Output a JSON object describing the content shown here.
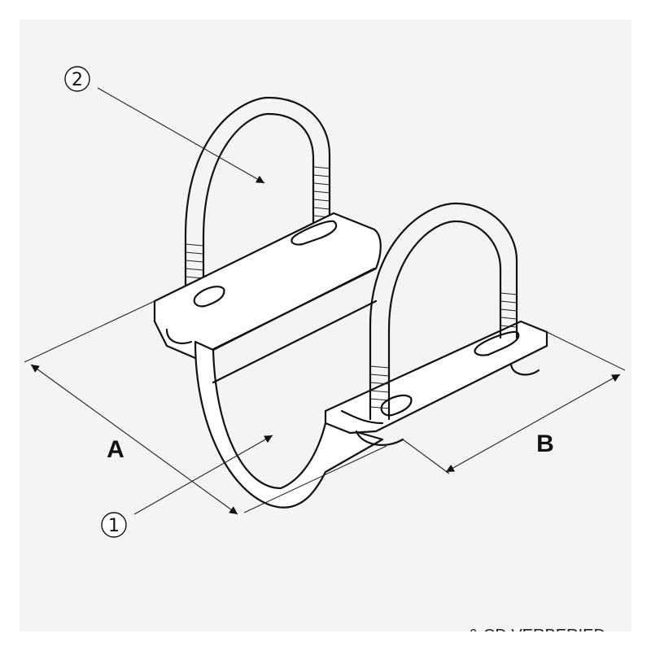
{
  "dimensions": {
    "a_label": "A",
    "b_label": "B"
  },
  "callouts": [
    {
      "id": "1",
      "text": "1"
    },
    {
      "id": "2",
      "text": "2"
    }
  ],
  "footer": {
    "text": "& CD VERBERIED"
  }
}
